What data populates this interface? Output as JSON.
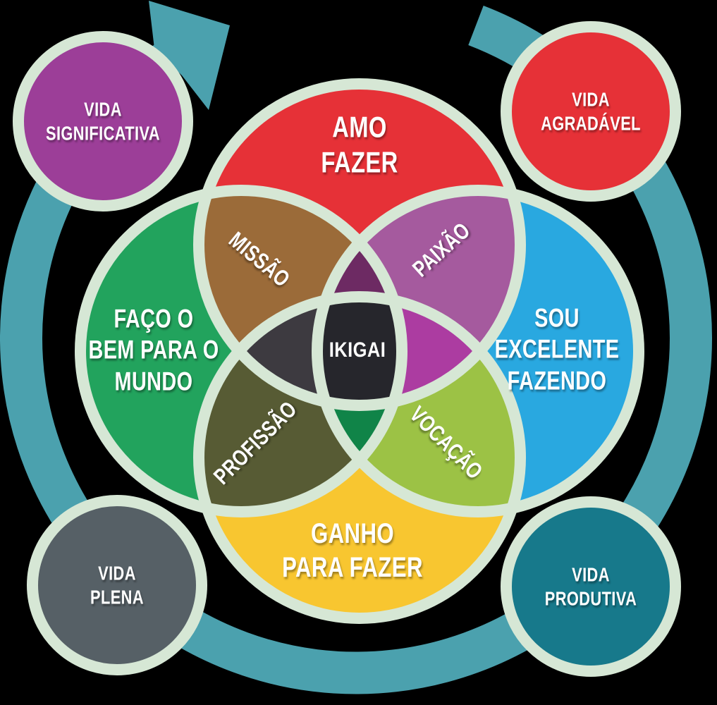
{
  "colors": {
    "background": "#000000",
    "outline": "#d6e7d5",
    "ring": "#4ba1ae",
    "text": "#ffffff"
  },
  "venn": {
    "circles": [
      {
        "id": "amo-fazer",
        "lines": [
          "AMO",
          "FAZER"
        ],
        "color": "#e63137"
      },
      {
        "id": "faco-o-bem",
        "lines": [
          "FAÇO O",
          "BEM PARA O",
          "MUNDO"
        ],
        "color": "#22a35d"
      },
      {
        "id": "sou-excelente",
        "lines": [
          "SOU",
          "EXCELENTE",
          "FAZENDO"
        ],
        "color": "#29a8e0"
      },
      {
        "id": "ganho-para-fazer",
        "lines": [
          "GANHO",
          "PARA FAZER"
        ],
        "color": "#f8c630"
      }
    ],
    "intersections": [
      {
        "id": "missao",
        "label": "MISSÃO",
        "color": "#9b6b39"
      },
      {
        "id": "paixao",
        "label": "PAIXÃO",
        "color": "#a55a9e"
      },
      {
        "id": "profissao",
        "label": "PROFISSÃO",
        "color": "#575b34"
      },
      {
        "id": "vocacao",
        "label": "VOCAÇÃO",
        "color": "#9cc245"
      }
    ],
    "petals": {
      "top": "#6d2a63",
      "right": "#ac3ca1",
      "bottom": "#108448",
      "left": "#3d3a40"
    },
    "center": {
      "label": "IKIGAI",
      "color": "#26262c"
    }
  },
  "satellites": [
    {
      "id": "vida-significativa",
      "lines": [
        "VIDA",
        "SIGNIFICATIVA"
      ],
      "color": "#9c3e98"
    },
    {
      "id": "vida-agradavel",
      "lines": [
        "VIDA",
        "AGRADÁVEL"
      ],
      "color": "#e63137"
    },
    {
      "id": "vida-plena",
      "lines": [
        "VIDA",
        "PLENA"
      ],
      "color": "#566066"
    },
    {
      "id": "vida-produtiva",
      "lines": [
        "VIDA",
        "PRODUTIVA"
      ],
      "color": "#17798b"
    }
  ]
}
